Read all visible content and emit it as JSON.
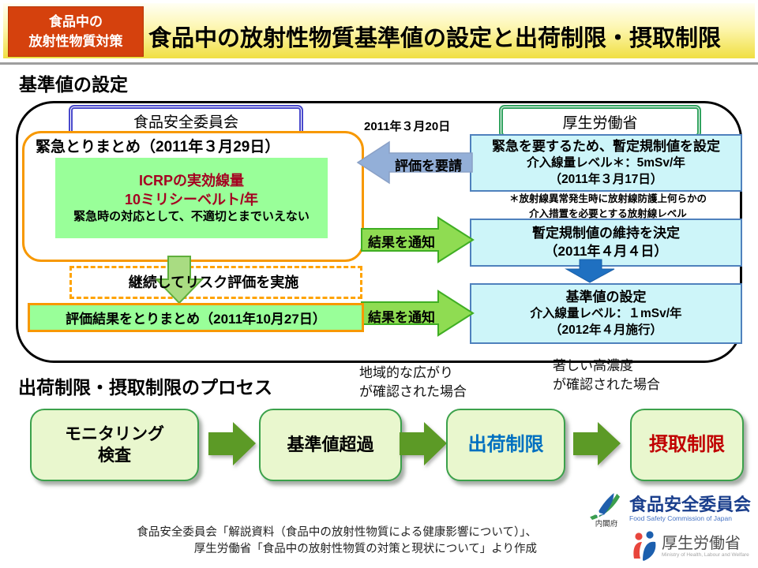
{
  "header": {
    "badge_line1": "食品中の",
    "badge_line2": "放射性物質対策",
    "title": "食品中の放射性物質基準値の設定と出荷制限・摂取制限"
  },
  "standards_section": {
    "heading": "基準値の設定",
    "fsc_box": "食品安全委員会",
    "mhlw_box": "厚生労働省",
    "request_date": "2011年３月20日",
    "fsc_summary": {
      "title": "緊急とりまとめ（2011年３月29日）",
      "line1": "ICRPの実効線量",
      "line2": "10ミリシーベルト/年",
      "line3": "緊急時の対応として、不適切とまでいえない"
    },
    "continue_box": "継続してリスク評価を実施",
    "result_box": "評価結果をとりまとめ（2011年10月27日）",
    "arrow_request": "評価を要請",
    "arrow_notify1": "結果を通知",
    "arrow_notify2": "結果を通知",
    "provisional_box": {
      "line1": "緊急を要するため、暫定規制値を設定",
      "line2": "介入線量レベル＊：5mSv/年",
      "line3": "（2011年３月17日）"
    },
    "footnote": {
      "line1": "＊放射線異常発生時に放射線防護上何らかの",
      "line2": "介入措置を必要とする放射線レベル"
    },
    "maintain_box": {
      "line1": "暫定規制値の維持を決定",
      "line2": "（2011年４月４日）"
    },
    "standard_box": {
      "line1": "基準値の設定",
      "line2": "介入線量レベル：１mSv/年",
      "line3": "（2012年４月施行）"
    }
  },
  "process_section": {
    "heading": "出荷制限・摂取制限のプロセス",
    "note_shipment": {
      "line1": "地域的な広がり",
      "line2": "が確認された場合"
    },
    "note_intake": {
      "line1": "著しい高濃度",
      "line2": "が確認された場合"
    },
    "steps": [
      {
        "line1": "モニタリング",
        "line2": "検査",
        "color": "#000000"
      },
      {
        "line1": "基準値超過",
        "color": "#000000"
      },
      {
        "line1": "出荷制限",
        "color": "#0070C0"
      },
      {
        "line1": "摂取制限",
        "color": "#C00000"
      }
    ]
  },
  "footer": {
    "caption_line1": "食品安全委員会「解説資料（食品中の放射性物質による健康影響について）」、",
    "caption_line2": "厚生労働省「食品中の放射性物質の対策と現状について」より作成",
    "fsc_logo": {
      "cabinet": "内閣府",
      "jp": "食品安全委員会",
      "en": "Food Safety Commission of Japan"
    },
    "mhlw_logo": {
      "jp": "厚生労働省",
      "en": "Ministry of Health, Labour and Welfare"
    }
  },
  "colors": {
    "header_badge": "#D5410D",
    "header_gradient_bottom": "#F0DF42",
    "frame_border": "#000000",
    "fsc_border": "#4949CC",
    "mhlw_border": "#31A35F",
    "orange_border": "#F79800",
    "green_fill": "#99FF99",
    "accent_dark_red": "#A50021",
    "cyan_fill": "#CDF5F9",
    "cyan_border": "#4F81BD",
    "request_arrow": "#93AFD8",
    "notify_arrow": "#8FDC52",
    "blue_arrow": "#1F70C1",
    "process_box_fill": "#E9F7CE",
    "process_box_border": "#3BA14B",
    "process_arrow": "#5C9A26",
    "shipment_text": "#0070C0",
    "intake_text": "#C00000"
  }
}
